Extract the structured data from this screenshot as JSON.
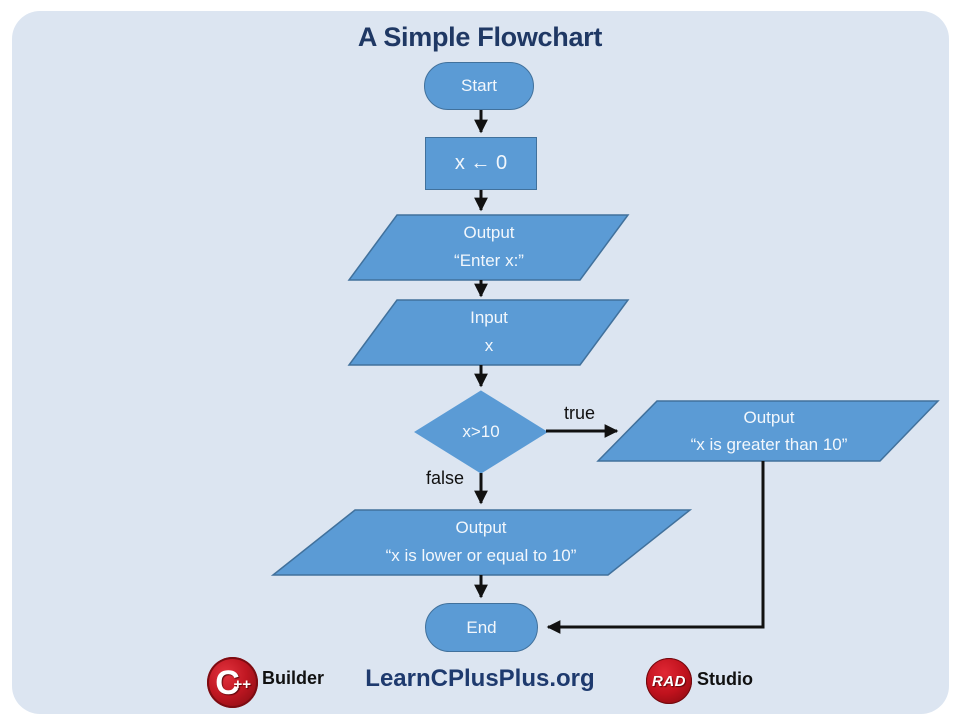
{
  "title": "A Simple Flowchart",
  "colors": {
    "panel_background": "#dce5f1",
    "node_fill": "#5b9bd5",
    "node_border": "#41719c",
    "node_text": "#f2f7fc",
    "title_text": "#1f3864",
    "arrow": "#111111",
    "logo_red": "#c0121d",
    "site_text": "#1e3a6e"
  },
  "flowchart": {
    "start": {
      "label": "Start"
    },
    "assign": {
      "label": "x ← 0"
    },
    "output_enter": {
      "line1": "Output",
      "line2": "“Enter x:”"
    },
    "input_x": {
      "line1": "Input",
      "line2": "x"
    },
    "decision": {
      "label": "x>10"
    },
    "edge_true": {
      "label": "true"
    },
    "edge_false": {
      "label": "false"
    },
    "output_greater": {
      "line1": "Output",
      "line2": "“x is greater than 10”"
    },
    "output_lower": {
      "line1": "Output",
      "line2": "“x is lower or equal to 10”"
    },
    "end": {
      "label": "End"
    }
  },
  "footer": {
    "builder_logo": "C",
    "builder_logo_plus": "++",
    "builder_label": "Builder",
    "site": "LearnCPlusPlus.org",
    "rad_logo": "RAD",
    "rad_label": "Studio"
  }
}
